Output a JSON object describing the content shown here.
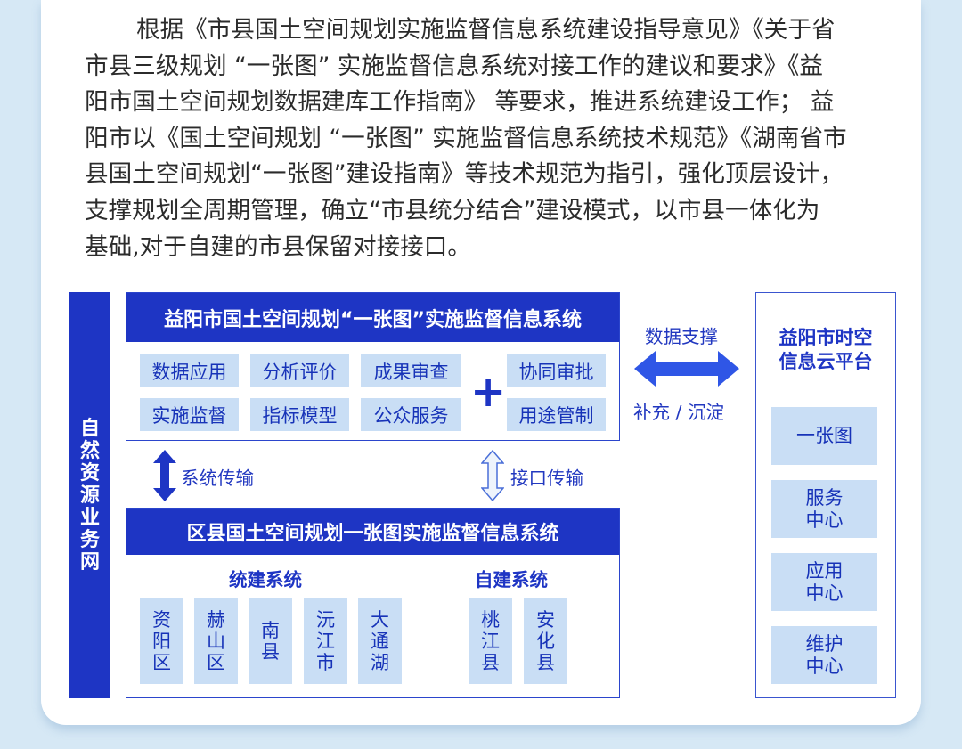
{
  "intro_lines": [
    "根据《市县国土空间规划实施监督信息系统建设指导意见》《关于省",
    "市县三级规划 “一张图” 实施监督信息系统对接工作的建议和要求》《益",
    "阳市国土空间规划数据建库工作指南》 等要求，推进系统建设工作； 益",
    "阳市以《国土空间规划 “一张图” 实施监督信息系统技术规范》《湖南省市",
    "县国土空间规划“一张图”建设指南》等技术规范为指引，强化顶层设计，",
    "支撑规划全周期管理，确立“市县统分结合”建设模式，以市县一体化为",
    "基础,对于自建的市县保留对接接口。"
  ],
  "left_bar": "自然资源业务网",
  "city_system": {
    "title": "益阳市国土空间规划“一张图”实施监督信息系统",
    "tiles": [
      "数据应用",
      "分析评价",
      "成果审查",
      "实施监督",
      "指标模型",
      "公众服务"
    ],
    "plus": "+",
    "extra_tiles": [
      "协同审批",
      "用途管制"
    ]
  },
  "links": {
    "data_support": "数据支撑",
    "supplement": "补充 / 沉淀",
    "system_transfer": "系统传输",
    "interface_transfer": "接口传输"
  },
  "county_system": {
    "title": "区县国土空间规划一张图实施监督信息系统",
    "unified_label": "统建系统",
    "unified": [
      "资阳区",
      "赫山区",
      "南县",
      "沅江市",
      "大通湖"
    ],
    "self_label": "自建系统",
    "self": [
      "桃江县",
      "安化县"
    ]
  },
  "cloud_platform": {
    "title_lines": [
      "益阳市时空",
      "信息云平台"
    ],
    "items": [
      {
        "lines": [
          "一张图"
        ]
      },
      {
        "lines": [
          "服务",
          "中心"
        ]
      },
      {
        "lines": [
          "应用",
          "中心"
        ]
      },
      {
        "lines": [
          "维护",
          "中心"
        ]
      }
    ]
  },
  "colors": {
    "primary_blue": "#1e35c4",
    "tile_blue": "#c9def5",
    "arrow_blue": "#2f56e6",
    "background": "#d6e8f5"
  }
}
